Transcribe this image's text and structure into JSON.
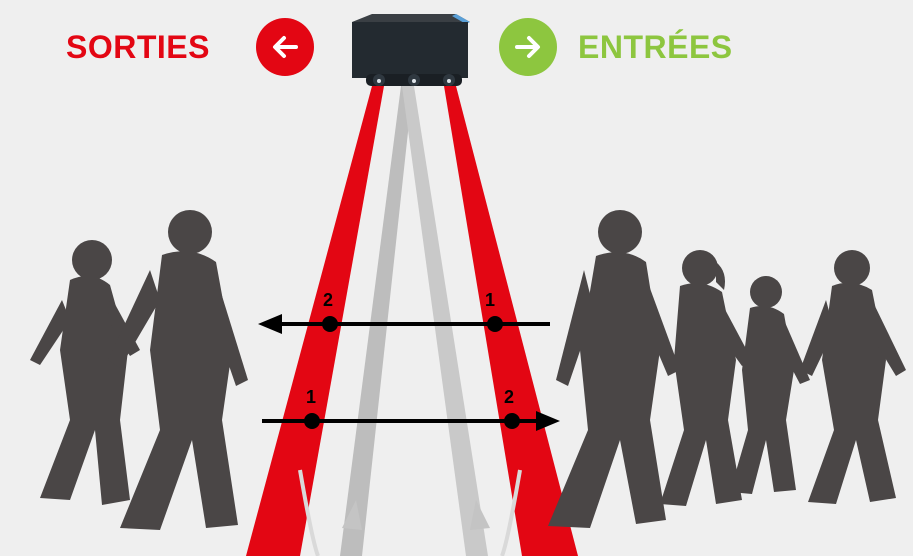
{
  "labels": {
    "exits": "SORTIES",
    "entries": "ENTRÉES"
  },
  "icons": {
    "exit_arrow": "arrow-left-icon",
    "entry_arrow": "arrow-right-icon",
    "sensor": "people-counter-sensor-icon"
  },
  "colors": {
    "exits": "#e30613",
    "entries": "#8dc63f",
    "beam": "#e30613",
    "silhouette": "#4a4646",
    "background": "#efefef"
  },
  "markers": {
    "top_left": "2",
    "top_right": "1",
    "bottom_left": "1",
    "bottom_right": "2"
  }
}
